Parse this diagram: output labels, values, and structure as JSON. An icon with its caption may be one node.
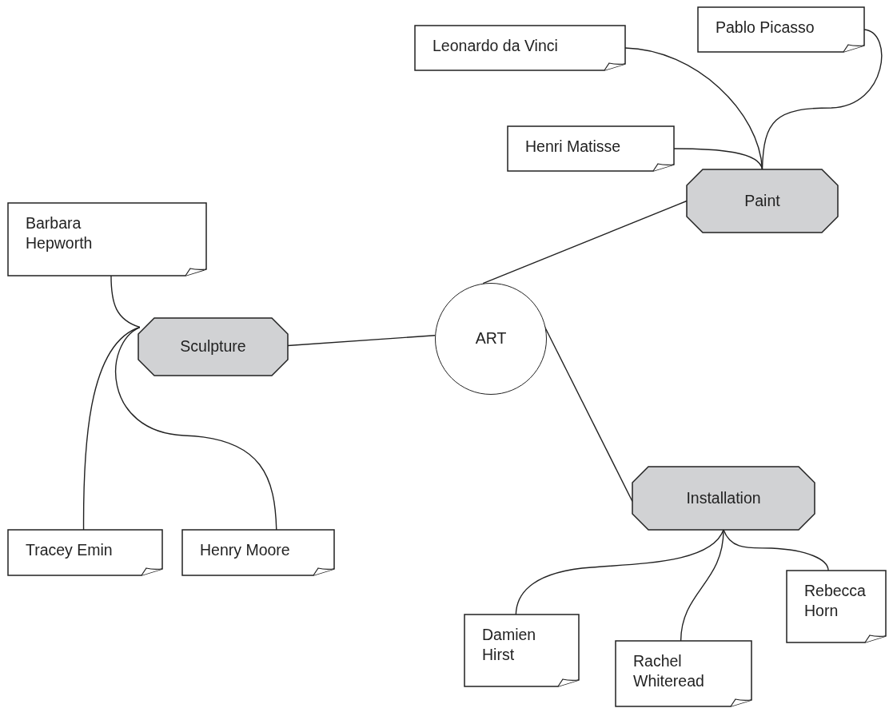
{
  "diagram": {
    "nodes": [
      {
        "text": [
          "ART"
        ]
      },
      {
        "text": [
          "Paint"
        ]
      },
      {
        "text": [
          "Leonardo da Vinci"
        ]
      },
      {
        "text": [
          "Pablo Picasso"
        ]
      },
      {
        "text": [
          "Henri Matisse"
        ]
      },
      {
        "text": [
          "Sculpture"
        ]
      },
      {
        "text": [
          "Barbara Hepworth"
        ]
      },
      {
        "text": [
          "Tracey Emin"
        ]
      },
      {
        "text": [
          "Henry Moore"
        ]
      },
      {
        "text": [
          "Installation"
        ]
      },
      {
        "text": [
          "Damien Hirst"
        ]
      },
      {
        "text": [
          "Rachel Whiteread"
        ]
      },
      {
        "text": [
          "Rebecca Horn"
        ]
      }
    ],
    "edges": [
      {
        "from": 0,
        "to": 1,
        "arrow": "none"
      },
      {
        "from": 1,
        "to": 2,
        "arrow": "none"
      },
      {
        "from": 1,
        "to": 3,
        "arrow": "none"
      },
      {
        "from": 1,
        "to": 4,
        "arrow": "none"
      },
      {
        "from": 0,
        "to": 5,
        "arrow": "none"
      },
      {
        "from": 5,
        "to": 6,
        "arrow": "none"
      },
      {
        "from": 5,
        "to": 7,
        "arrow": "none"
      },
      {
        "from": 5,
        "to": 8,
        "arrow": "none"
      },
      {
        "from": 0,
        "to": 9,
        "arrow": "none"
      },
      {
        "from": 9,
        "to": 10,
        "arrow": "none"
      },
      {
        "from": 9,
        "to": 11,
        "arrow": "none"
      },
      {
        "from": 9,
        "to": 12,
        "arrow": "none"
      }
    ]
  }
}
